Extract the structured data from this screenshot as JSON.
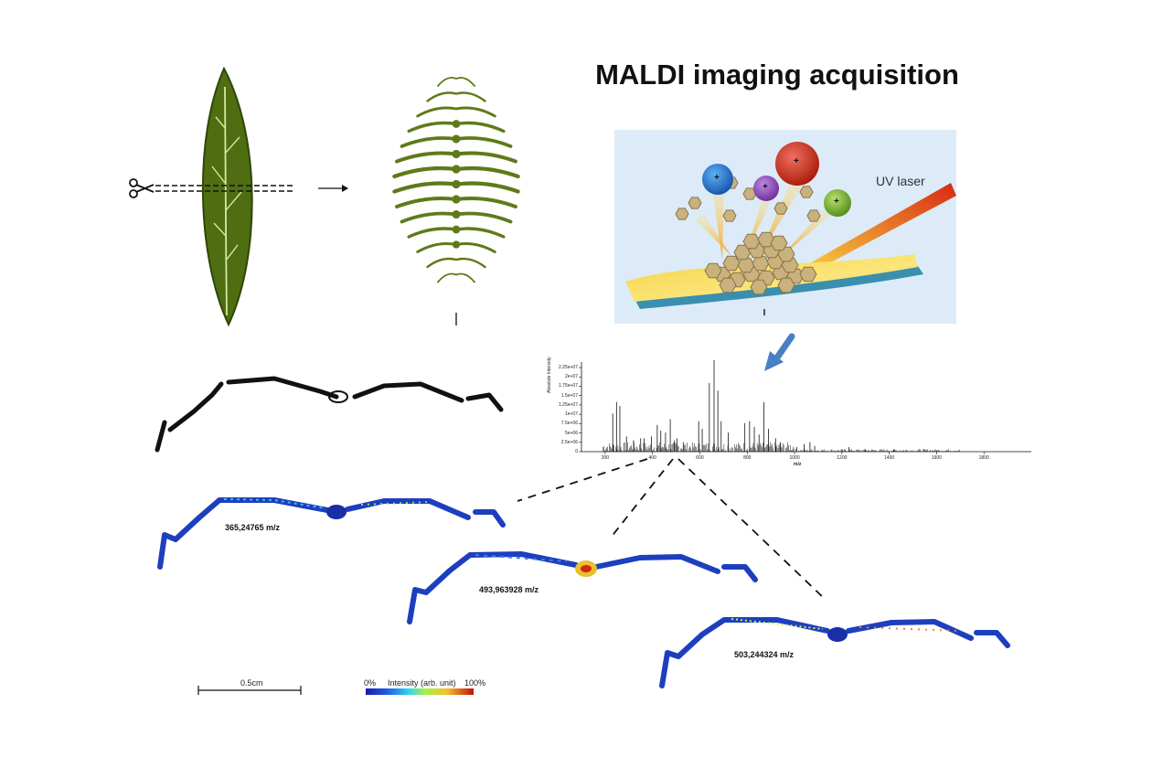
{
  "title": "MALDI imaging acquisition",
  "laser_label": "UV laser",
  "ion_signs": [
    "+",
    "+",
    "+",
    "+"
  ],
  "mass_labels": [
    "365,24765 m/z",
    "493,963928 m/z",
    "503,244324 m/z"
  ],
  "scale_bar_label": "0.5cm",
  "colorbar": {
    "min_label": "0%",
    "title": "Intensity (arb. unit)",
    "max_label": "100%"
  },
  "colors": {
    "leaf": "#4f6e12",
    "section": "#5f7a1a",
    "laser": "#e03a1a",
    "arrow": "#4a7fc1"
  },
  "chart_data": {
    "type": "bar",
    "ylabel": "Absolute Intensity",
    "xlabel": "m/z",
    "xlim": [
      100,
      2000
    ],
    "ylim": [
      0,
      23500000
    ],
    "x_ticks": [
      "200",
      "400",
      "600",
      "800",
      "1000",
      "1200",
      "1400",
      "1600",
      "1800"
    ],
    "y_ticks": [
      "2.25e+07",
      "2e+07",
      "1.75e+07",
      "1.5e+07",
      "1.25e+07",
      "1e+07",
      "7.5e+06",
      "5e+06",
      "2.5e+06",
      "0"
    ],
    "peaks": [
      {
        "x": 232,
        "y": 10000000
      },
      {
        "x": 248,
        "y": 13000000
      },
      {
        "x": 262,
        "y": 12000000
      },
      {
        "x": 290,
        "y": 4000000
      },
      {
        "x": 320,
        "y": 3000000
      },
      {
        "x": 350,
        "y": 3500000
      },
      {
        "x": 365,
        "y": 3500000
      },
      {
        "x": 395,
        "y": 4000000
      },
      {
        "x": 420,
        "y": 7000000
      },
      {
        "x": 435,
        "y": 5500000
      },
      {
        "x": 455,
        "y": 5000000
      },
      {
        "x": 475,
        "y": 8500000
      },
      {
        "x": 493,
        "y": 3000000
      },
      {
        "x": 503,
        "y": 3500000
      },
      {
        "x": 530,
        "y": 2500000
      },
      {
        "x": 595,
        "y": 8000000
      },
      {
        "x": 610,
        "y": 6000000
      },
      {
        "x": 640,
        "y": 18000000
      },
      {
        "x": 660,
        "y": 24000000
      },
      {
        "x": 676,
        "y": 16000000
      },
      {
        "x": 690,
        "y": 8000000
      },
      {
        "x": 720,
        "y": 5000000
      },
      {
        "x": 790,
        "y": 7500000
      },
      {
        "x": 810,
        "y": 8000000
      },
      {
        "x": 830,
        "y": 6500000
      },
      {
        "x": 850,
        "y": 4500000
      },
      {
        "x": 870,
        "y": 13000000
      },
      {
        "x": 890,
        "y": 6000000
      },
      {
        "x": 920,
        "y": 3500000
      },
      {
        "x": 940,
        "y": 2500000
      },
      {
        "x": 1010,
        "y": 1200000
      },
      {
        "x": 1040,
        "y": 2000000
      },
      {
        "x": 1065,
        "y": 2500000
      },
      {
        "x": 1085,
        "y": 1500000
      },
      {
        "x": 1230,
        "y": 1200000
      },
      {
        "x": 1300,
        "y": 600000
      },
      {
        "x": 1420,
        "y": 500000
      },
      {
        "x": 1600,
        "y": 300000
      }
    ]
  }
}
